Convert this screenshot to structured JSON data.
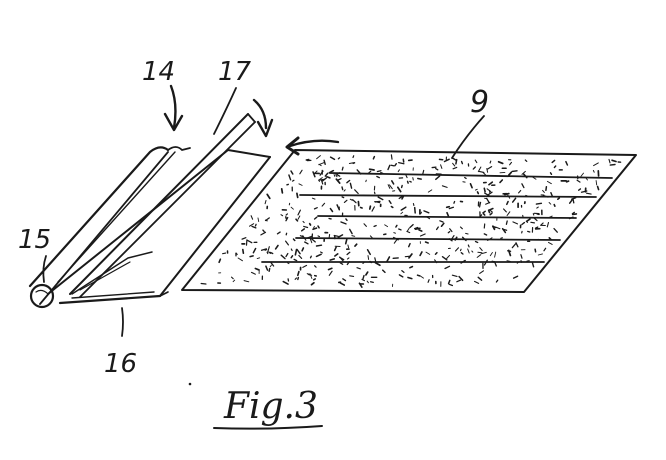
{
  "labels": {
    "l14": "14",
    "l17": "17",
    "l9": "9",
    "l15": "15",
    "l16": "16"
  },
  "caption": "Fig.3"
}
